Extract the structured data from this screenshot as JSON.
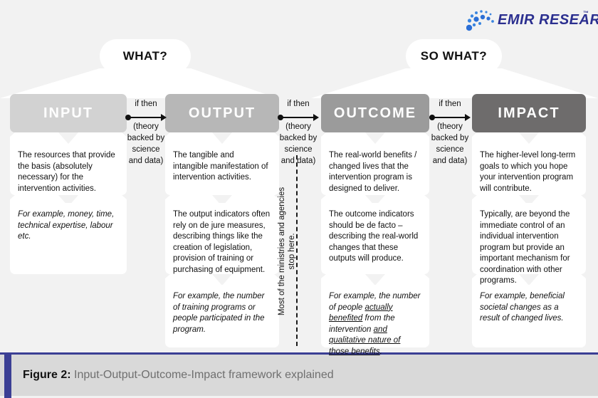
{
  "brand": {
    "name": "EMIR RESEARCH",
    "trademark": "™",
    "color": "#2b2f8f",
    "logo_icon": "dotted-arc-logo-icon"
  },
  "bubbles": [
    {
      "id": "what",
      "label": "WHAT?"
    },
    {
      "id": "so-what",
      "label": "SO WHAT?"
    }
  ],
  "connector_text": {
    "line1": "if then",
    "line2": "(theory",
    "line3": "backed by",
    "line4": "science",
    "line5": "and data)"
  },
  "divider": {
    "label_line1": "Most of the ministries and agencies",
    "label_line2": "stop here."
  },
  "columns": [
    {
      "id": "input",
      "header": "INPUT",
      "header_color": "#d2d2d2",
      "cards": [
        {
          "text": "The resources that provide the basis (absolutely necessary) for the intervention activities.",
          "italic": false
        },
        {
          "text": "For example, money, time, technical expertise, labour etc.",
          "italic": true
        }
      ]
    },
    {
      "id": "output",
      "header": "OUTPUT",
      "header_color": "#b7b7b7",
      "cards": [
        {
          "text": "The tangible and intangible manifestation of intervention activities.",
          "italic": false
        },
        {
          "text": "The output indicators often rely on de jure measures, describing things like the creation of legislation, provision of training or purchasing of equipment.",
          "italic": false
        },
        {
          "text": "For example, the number of training programs or people participated in the program.",
          "italic": true
        }
      ]
    },
    {
      "id": "outcome",
      "header": "OUTCOME",
      "header_color": "#9b9b9b",
      "cards": [
        {
          "text": "The real-world benefits / changed lives that the intervention program is designed to deliver.",
          "italic": false
        },
        {
          "text": "The outcome indicators should be de facto – describing the real-world changes that these outputs will produce.",
          "italic": false
        },
        {
          "italic": true,
          "rich": [
            {
              "t": "For example, the number of people ",
              "u": false
            },
            {
              "t": "actually benefited",
              "u": true
            },
            {
              "t": " from the intervention ",
              "u": false
            },
            {
              "t": "and qualitative nature of those benefits",
              "u": true
            },
            {
              "t": ".",
              "u": false
            }
          ]
        }
      ]
    },
    {
      "id": "impact",
      "header": "IMPACT",
      "header_color": "#6e6c6c",
      "cards": [
        {
          "text": "The higher-level long-term goals to which you hope your intervention program will contribute.",
          "italic": false
        },
        {
          "text": "Typically, are beyond the immediate control of an individual intervention program but provide an important   mechanism for coordination with other programs.",
          "italic": false
        },
        {
          "text": "For example, beneficial societal changes as a result of changed lives.",
          "italic": true
        }
      ]
    }
  ],
  "caption": {
    "figure_label": "Figure 2:",
    "figure_text": " Input-Output-Outcome-Impact framework explained",
    "accent_color": "#3b3f94"
  }
}
